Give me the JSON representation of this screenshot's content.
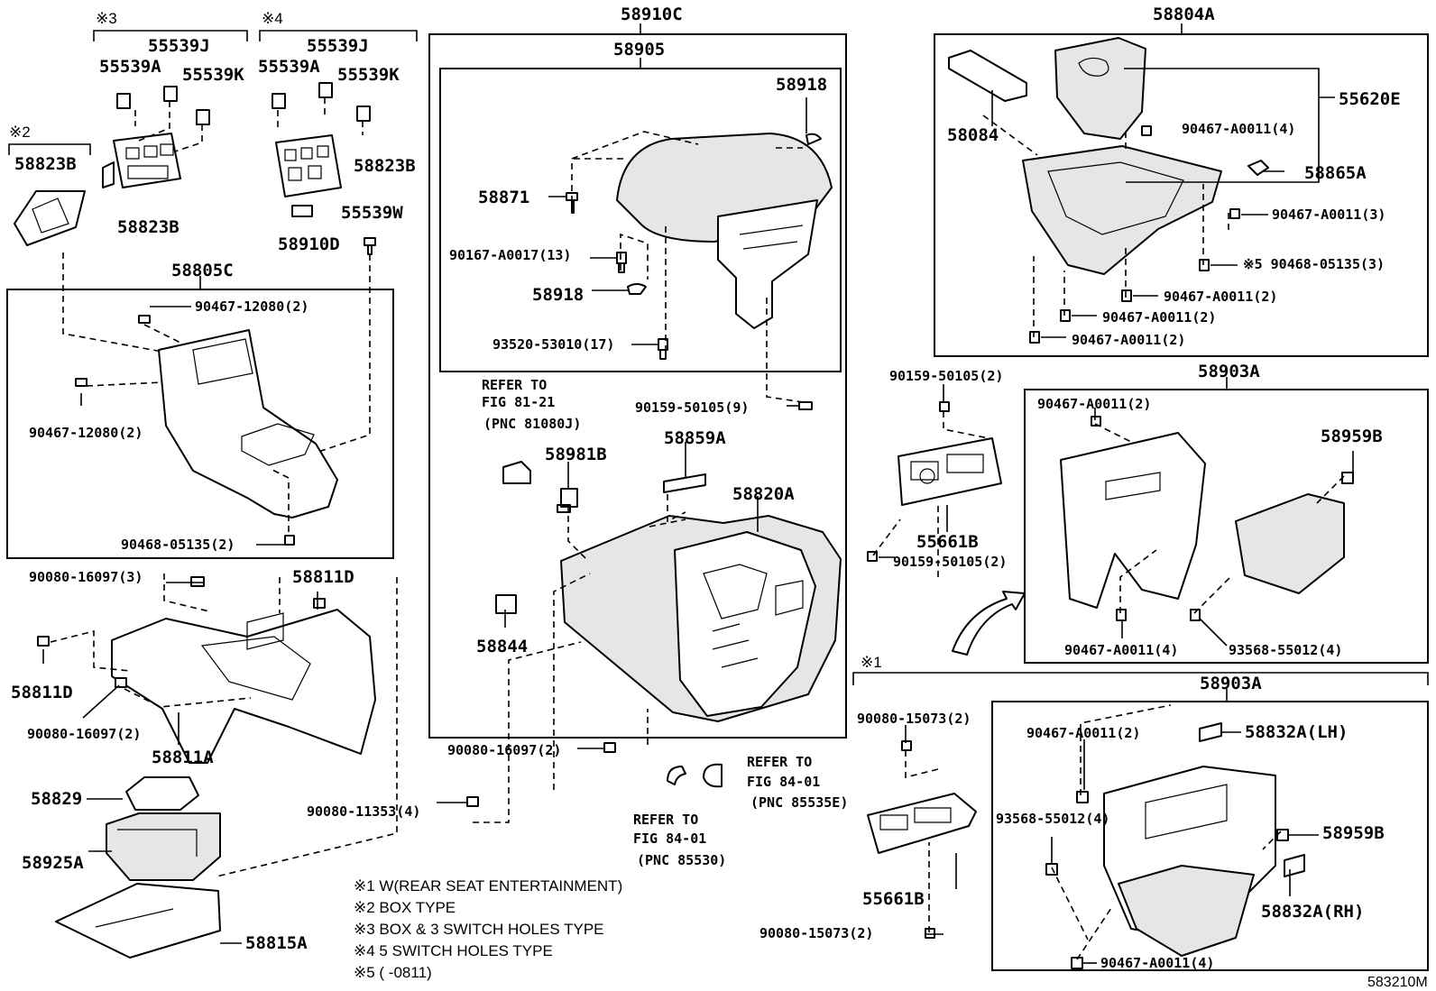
{
  "diagram_id": "583210M",
  "frames": {
    "f58910C": "58910C",
    "f58905": "58905",
    "f58804A": "58804A",
    "f58903A_upper": "58903A",
    "f58903A_lower": "58903A",
    "f58805C": "58805C"
  },
  "brackets": {
    "b3": "※3",
    "b4": "※4",
    "b2": "※2",
    "b1": "※1"
  },
  "parts": {
    "p55539J_a": "55539J",
    "p55539A_a": "55539A",
    "p55539K_a": "55539K",
    "p55539J_b": "55539J",
    "p55539A_b": "55539A",
    "p55539K_b": "55539K",
    "p58823B_a": "58823B",
    "p58823B_b": "58823B",
    "p58823B_c": "58823B",
    "p55539W": "55539W",
    "p58910D": "58910D",
    "p90467_12080_a": "90467-12080(2)",
    "p90467_12080_b": "90467-12080(2)",
    "p90468_05135_a": "90468-05135(2)",
    "p90080_16097_a": "90080-16097(3)",
    "p58811D_a": "58811D",
    "p58811D_b": "58811D",
    "p90080_16097_b": "90080-16097(2)",
    "p58811A": "58811A",
    "p58829": "58829",
    "p58925A": "58925A",
    "p58815A": "58815A",
    "p90080_11353": "90080-11353(4)",
    "p58918_a": "58918",
    "p58871": "58871",
    "p90167_A0017": "90167-A0017(13)",
    "p58918_b": "58918",
    "p93520_53010": "93520-53010(17)",
    "p90159_50105_a": "90159-50105(9)",
    "p58981B": "58981B",
    "p58859A": "58859A",
    "p58820A": "58820A",
    "p58844": "58844",
    "p90080_16097_c": "90080-16097(2)",
    "p58084": "58084",
    "p55620E": "55620E",
    "p90467_A0011_4a": "90467-A0011(4)",
    "p58865A": "58865A",
    "p90467_A0011_3": "90467-A0011(3)",
    "p90468_05135_b": "※5 90468-05135(3)",
    "p90467_A0011_2a": "90467-A0011(2)",
    "p90467_A0011_2b": "90467-A0011(2)",
    "p90467_A0011_2c": "90467-A0011(2)",
    "p90159_50105_b": "90159-50105(2)",
    "p55661B_a": "55661B",
    "p90159_50105_c": "90159-50105(2)",
    "p90467_A0011_2d": "90467-A0011(2)",
    "p58959B_a": "58959B",
    "p90467_A0011_4b": "90467-A0011(4)",
    "p93568_55012_a": "93568-55012(4)",
    "p90080_15073_a": "90080-15073(2)",
    "p55661B_b": "55661B",
    "p90080_15073_b": "90080-15073(2)",
    "p90467_A0011_2e": "90467-A0011(2)",
    "p58832A_LH": "58832A(LH)",
    "p93568_55012_b": "93568-55012(4)",
    "p58959B_b": "58959B",
    "p58832A_RH": "58832A(RH)",
    "p90467_A0011_4c": "90467-A0011(4)"
  },
  "refers": {
    "r1": [
      "REFER TO",
      "FIG 81-21",
      "(PNC 81080J)"
    ],
    "r2": [
      "REFER TO",
      "FIG 84-01",
      "(PNC 85535E)"
    ],
    "r3": [
      "REFER TO",
      "FIG 84-01",
      "(PNC 85530)"
    ]
  },
  "notes": [
    "※1 W(REAR SEAT ENTERTAINMENT)",
    "※2 BOX TYPE",
    "※3 BOX & 3 SWITCH HOLES TYPE",
    "※4 5 SWITCH HOLES TYPE",
    "※5 (      -0811)"
  ]
}
